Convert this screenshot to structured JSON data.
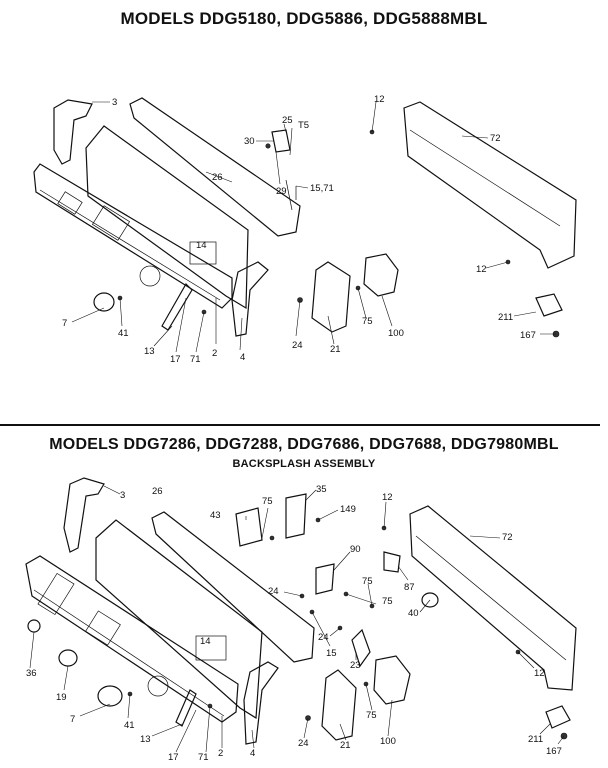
{
  "titles": {
    "top": "MODELS DDG5180, DDG5886, DDG5888MBL",
    "bottom": "MODELS DDG7286, DDG7288, DDG7686, DDG7688, DDG7980MBL",
    "bottom_sub": "BACKSPLASH ASSEMBLY"
  },
  "top_labels": [
    "3",
    "26",
    "30",
    "25",
    "T5",
    "29",
    "15,71",
    "12",
    "72",
    "14",
    "12",
    "7",
    "41",
    "13",
    "17",
    "71",
    "2",
    "4",
    "24",
    "21",
    "75",
    "100",
    "211",
    "167"
  ],
  "bottom_labels": [
    "3",
    "26",
    "43",
    "75",
    "35",
    "149",
    "12",
    "72",
    "90",
    "75",
    "87",
    "24",
    "75",
    "40",
    "24",
    "23",
    "15",
    "12",
    "36",
    "19",
    "14",
    "7",
    "41",
    "13",
    "17",
    "71",
    "2",
    "4",
    "24",
    "21",
    "75",
    "100",
    "211",
    "167"
  ]
}
